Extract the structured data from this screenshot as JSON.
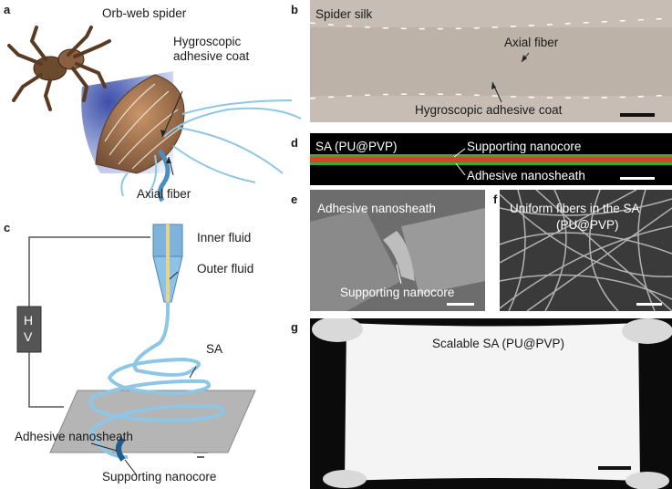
{
  "panels": {
    "a": {
      "letter": "a",
      "title": "Orb-web spider",
      "coat": "Hygroscopic adhesive coat",
      "fiber": "Axial fiber"
    },
    "b": {
      "letter": "b",
      "title": "Spider silk",
      "fiber": "Axial fiber",
      "coat": "Hygroscopic adhesive coat"
    },
    "c": {
      "letter": "c",
      "inner": "Inner fluid",
      "outer": "Outer fluid",
      "hv_h": "H",
      "hv_v": "V",
      "sa": "SA",
      "sheath": "Adhesive nanosheath",
      "core": "Supporting nanocore"
    },
    "d": {
      "letter": "d",
      "title": "SA (PU@PVP)",
      "core": "Supporting nanocore",
      "sheath": "Adhesive nanosheath"
    },
    "e": {
      "letter": "e",
      "sheath": "Adhesive nanosheath",
      "core": "Supporting nanocore"
    },
    "f": {
      "letter": "f",
      "title_line1": "Uniform fibers in the SA",
      "title_line2": "(PU@PVP)"
    },
    "g": {
      "letter": "g",
      "title": "Scalable SA (PU@PVP)"
    }
  },
  "colors": {
    "silk_bg": "#c7bdb4",
    "fluorescence_red": "#d2452b",
    "fluorescence_green": "#3ba83a",
    "fiber_blue": "#8ec6e6",
    "substrate_gray": "#b0b0b0",
    "hv_box": "#555555"
  }
}
